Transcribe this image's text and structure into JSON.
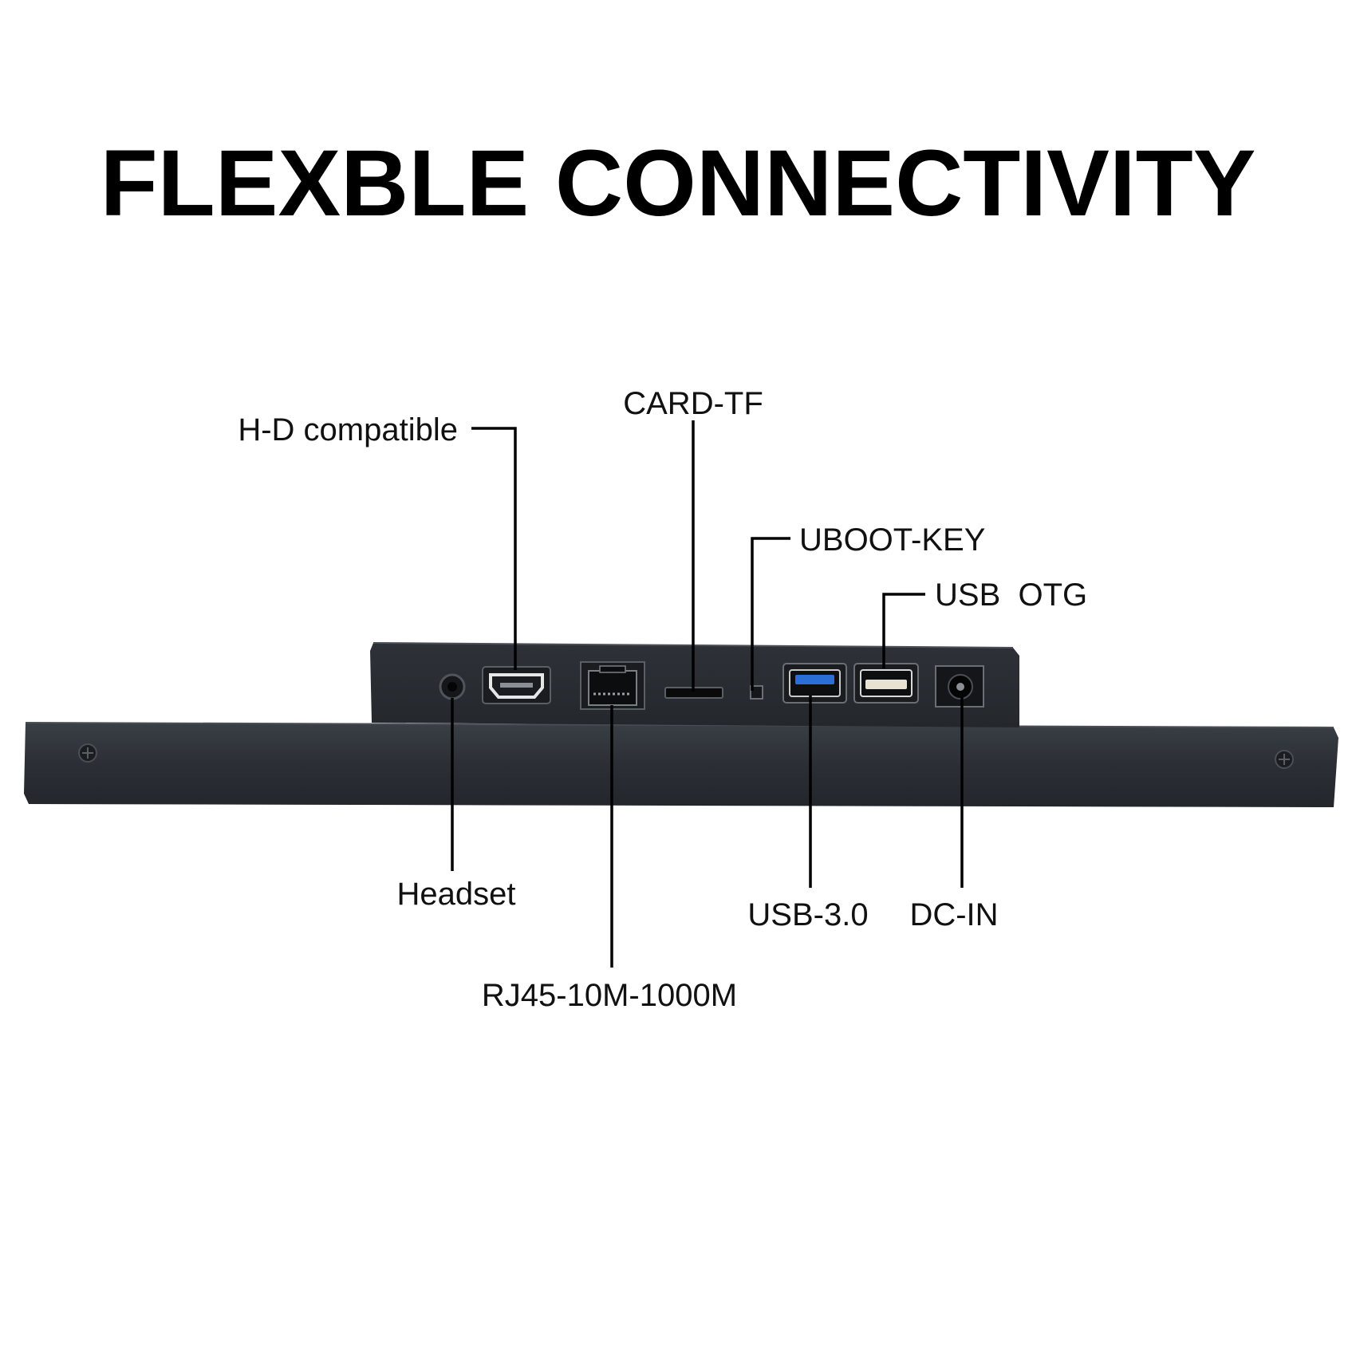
{
  "title": "FLEXBLE CONNECTIVITY",
  "labels": {
    "hd": "H-D compatible",
    "card": "CARD-TF",
    "uboot": "UBOOT-KEY",
    "otg": "USB  OTG",
    "headset": "Headset",
    "rj45": "RJ45-10M-1000M",
    "usb3": "USB-3.0",
    "dcin": "DC-IN"
  },
  "colors": {
    "background": "#ffffff",
    "device_body": "#2a2e34",
    "device_edge": "#3a3f46",
    "usb3_blue": "#2b6fd6",
    "text": "#111111"
  },
  "icons": {
    "headset": "audio-jack-icon",
    "hd": "hdmi-port-icon",
    "rj45": "ethernet-port-icon",
    "card": "tf-card-slot-icon",
    "uboot": "uboot-key-button-icon",
    "usb3": "usb3-port-icon",
    "otg": "usb-otg-port-icon",
    "dcin": "dc-jack-icon"
  }
}
